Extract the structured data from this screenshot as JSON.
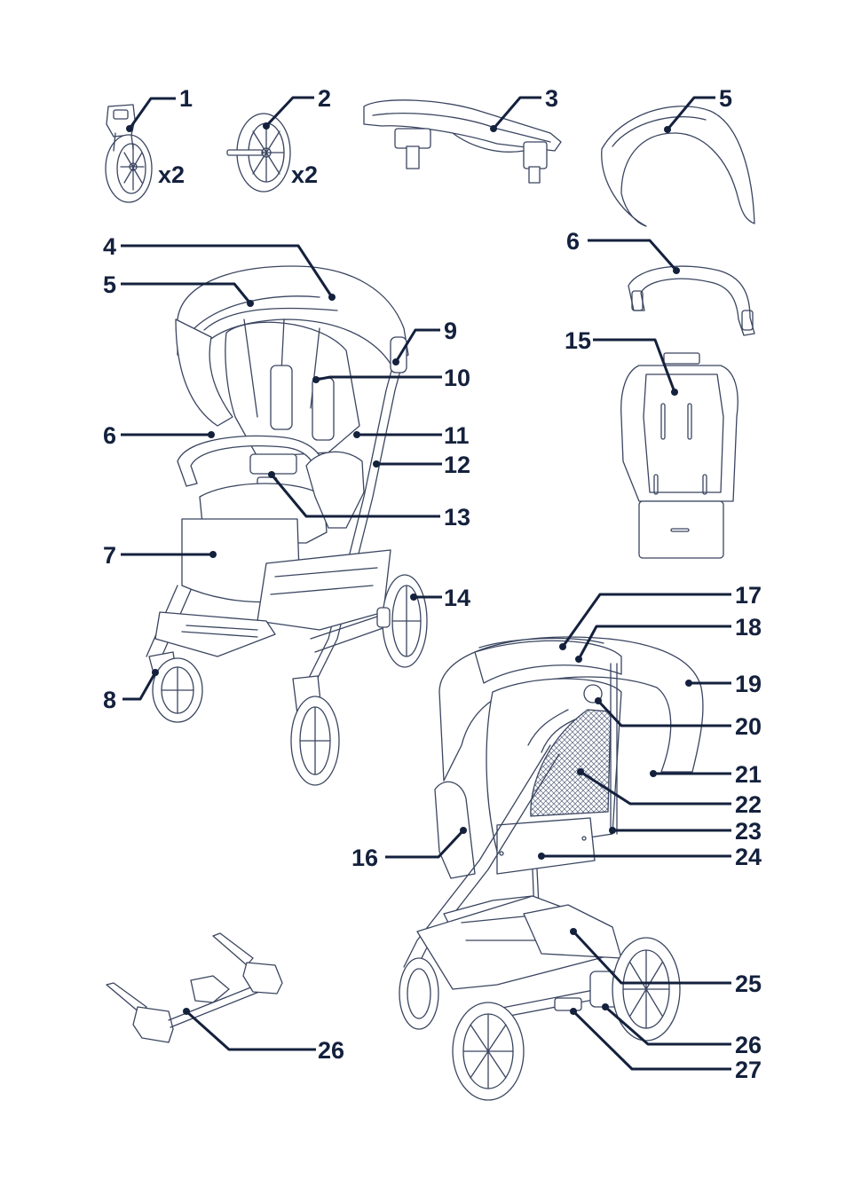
{
  "colors": {
    "ink": "#14213d",
    "line": "#3a4560",
    "background": "#ffffff"
  },
  "callouts": [
    {
      "key": "c1",
      "number": "1"
    },
    {
      "key": "c2",
      "number": "2"
    },
    {
      "key": "c3",
      "number": "3"
    },
    {
      "key": "c5a",
      "number": "5"
    },
    {
      "key": "c4",
      "number": "4"
    },
    {
      "key": "c5b",
      "number": "5"
    },
    {
      "key": "c6a",
      "number": "6"
    },
    {
      "key": "c15",
      "number": "15"
    },
    {
      "key": "c9",
      "number": "9"
    },
    {
      "key": "c10",
      "number": "10"
    },
    {
      "key": "c6b",
      "number": "6"
    },
    {
      "key": "c11",
      "number": "11"
    },
    {
      "key": "c12",
      "number": "12"
    },
    {
      "key": "c13",
      "number": "13"
    },
    {
      "key": "c7",
      "number": "7"
    },
    {
      "key": "c14",
      "number": "14"
    },
    {
      "key": "c8",
      "number": "8"
    },
    {
      "key": "c17",
      "number": "17"
    },
    {
      "key": "c18",
      "number": "18"
    },
    {
      "key": "c19",
      "number": "19"
    },
    {
      "key": "c20",
      "number": "20"
    },
    {
      "key": "c21",
      "number": "21"
    },
    {
      "key": "c22",
      "number": "22"
    },
    {
      "key": "c23",
      "number": "23"
    },
    {
      "key": "c16",
      "number": "16"
    },
    {
      "key": "c24",
      "number": "24"
    },
    {
      "key": "c25",
      "number": "25"
    },
    {
      "key": "c26a",
      "number": "26"
    },
    {
      "key": "c26b",
      "number": "26"
    },
    {
      "key": "c27",
      "number": "27"
    }
  ],
  "quantities": [
    {
      "key": "q1",
      "text": "x2"
    },
    {
      "key": "q2",
      "text": "x2"
    }
  ]
}
